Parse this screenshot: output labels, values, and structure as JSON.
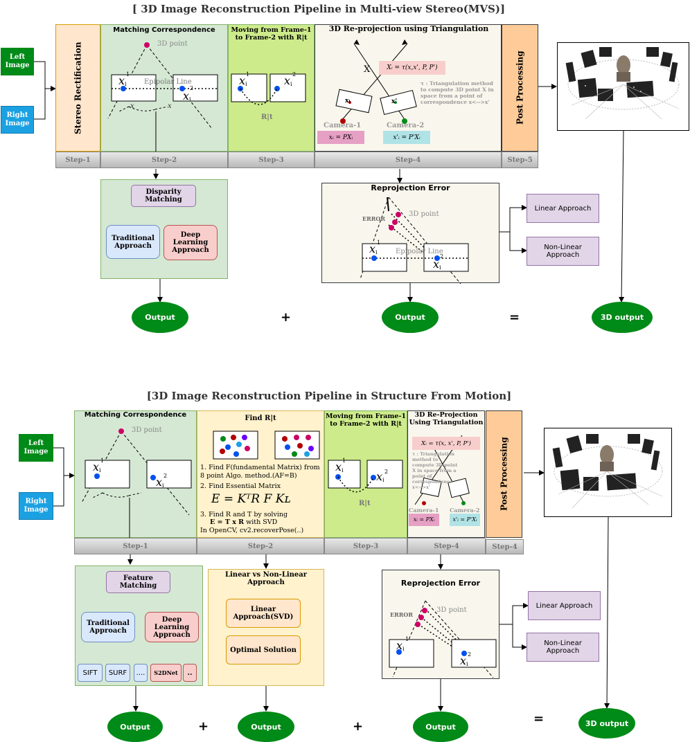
{
  "top": {
    "title": "[ 3D Image Reconstruction Pipeline in Multi-view Stereo(MVS)]",
    "left_image": "Left Image",
    "right_image": "Right Image",
    "stereo": "Stereo Rectification",
    "matching": "Matching Correspondence",
    "point3d": "3D point",
    "epipolar": "Epipolar Line",
    "moving": "Moving from Frame-1 to Frame-2 with R|t",
    "rt": "R|t",
    "reproj": "3D Re-projection using Triangulation",
    "x_label": "X",
    "xi": "xᵢ",
    "xprime": "x'",
    "formula": "Xᵢ = τ(x,x', P, P')",
    "tri_note": "τ : Triangulation method to compute 3D point X in space from a point of correspondence x<-->x'",
    "camera1": "Camera-1",
    "camera2": "Camera-2",
    "cam1_eq": "xᵢ = PXᵢ",
    "cam2_eq": "x'ᵢ = P'Xᵢ",
    "post": "Post Processing",
    "steps": [
      "Step-1",
      "Step-2",
      "Step-3",
      "Step-4",
      "Step-5"
    ],
    "disparity": "Disparity Matching",
    "traditional": "Traditional Approach",
    "deep": "Deep Learning Approach",
    "reproj_error": "Reprojection Error",
    "error": "ERROR",
    "linear": "Linear Approach",
    "nonlinear": "Non-Linear Approach",
    "output": "Output",
    "output3d": "3D output",
    "plus": "+",
    "equals": "="
  },
  "bottom": {
    "title": "[3D Image Reconstruction Pipeline in Structure From Motion]",
    "left_image": "Left Image",
    "right_image": "Right Image",
    "matching": "Matching Correspondence",
    "point3d": "3D point",
    "find_rt": "Find R|t",
    "step1_text": "1. Find F(fundamental Matrix) from 8 point Algo. method.(AF=B)",
    "step2_text": "2. Find Essential Matrix",
    "essential_eq": "E = KᵀR F Kʟ",
    "step3_text": "3. Find R and T by solving",
    "step3_bold": "E = T x R",
    "step3_tail": " with SVD",
    "opencv": "In OpenCV, cv2.recoverPose(..)",
    "moving": "Moving from Frame-1 to Frame-2 with R|t",
    "rt": "R|t",
    "reproj": "3D Re-Projection Using Triangulation",
    "formula": "Xᵢ = τ(x, x', P, P')",
    "tri_note": "τ : Triangulation method to compute 3D point X in space from a point of correspondence x<-->x'",
    "camera1": "Camera-1",
    "camera2": "Camera-2",
    "cam1_eq": "xᵢ = PXᵢ",
    "cam2_eq": "x'ᵢ = P'Xᵢ",
    "post": "Post Processing",
    "steps": [
      "Step-1",
      "Step-2",
      "Step-3",
      "Step-4",
      "Step-4"
    ],
    "feature": "Feature Matching",
    "traditional": "Traditional Approach",
    "deep": "Deep Learning Approach",
    "sift": "SIFT",
    "surf": "SURF",
    "dots": "....",
    "s2dnet": "S2DNet",
    "dots2": "..",
    "lin_vs_non": "Linear vs Non-Linear Approach",
    "linear_svd": "Linear Approach(SVD)",
    "optimal": "Optimal Solution",
    "reproj_error": "Reprojection Error",
    "error": "ERROR",
    "linear": "Linear Approach",
    "nonlinear": "Non-Linear Approach",
    "output": "Output",
    "output3d": "3D output",
    "plus": "+",
    "equals": "="
  },
  "colors": {
    "green": "#008a17",
    "blue": "#1ba1e2",
    "peach": "#ffe6cc",
    "light_green": "#d5e8d4",
    "lime": "#cdeb8b",
    "cream": "#f9f7ed",
    "orange": "#ffcc99",
    "lavender": "#e1d5e7",
    "light_blue": "#dae8fc",
    "pink": "#f8cecc",
    "yellow": "#fff2cc",
    "magenta": "#cc0066",
    "point_blue": "#0050ef"
  }
}
